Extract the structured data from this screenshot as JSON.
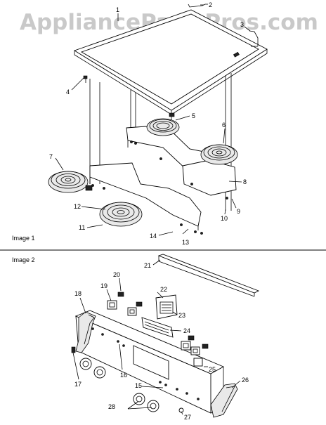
{
  "watermark": "AppliancePartsPros.com",
  "sections": [
    {
      "caption": "Image 1"
    },
    {
      "caption": "Image 2"
    }
  ],
  "callouts": {
    "c1": "1",
    "c2": "2",
    "c3": "3",
    "c4": "4",
    "c5": "5",
    "c6": "6",
    "c7": "7",
    "c8": "8",
    "c9": "9",
    "c10": "10",
    "c11": "11",
    "c12": "12",
    "c13": "13",
    "c14": "14",
    "d15": "15",
    "d16": "16",
    "d17": "17",
    "d18": "18",
    "d19": "19",
    "d20": "20",
    "d21": "21",
    "d22": "22",
    "d23": "23",
    "d24": "24",
    "d25": "25",
    "d26": "26",
    "d27": "27",
    "d28": "28"
  }
}
